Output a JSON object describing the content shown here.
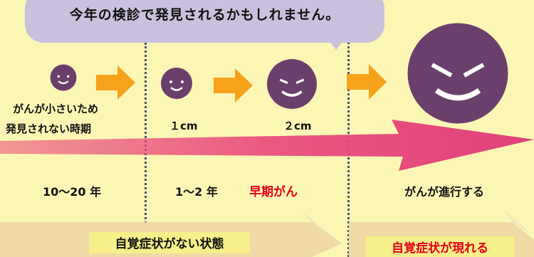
{
  "bubble": {
    "text": "今年の検診で発見されるかもしれません。"
  },
  "stages": {
    "tiny_label_line1": "がんが小さいため",
    "tiny_label_line2": "発見されない時期",
    "size_1cm": "１cm",
    "size_2cm": "２cm"
  },
  "timeline": {
    "years_1": "10〜20 年",
    "years_2": "1〜2 年",
    "early": "早期がん",
    "advanced": "がんが進行する"
  },
  "bands": {
    "no_symptoms": "自覚症状がない状態",
    "symptoms": "自覚症状が現れる"
  },
  "colors": {
    "background": "#fcf6b5",
    "bubble": "#c9c1dd",
    "cell": "#6b3f6b",
    "arrow_orange": "#f7a21b",
    "arrow_pink": "#e8477a",
    "red_text": "#e3001a",
    "band": "#efd9a6"
  }
}
